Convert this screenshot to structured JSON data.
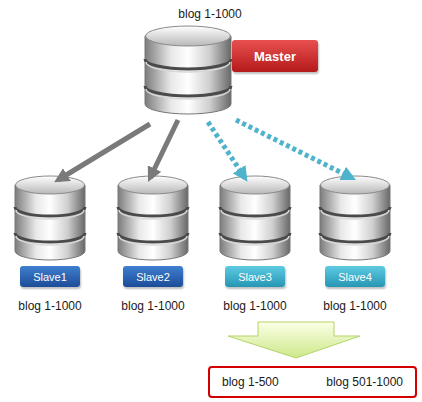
{
  "diagram": {
    "nodes": [
      {
        "text": [
          "blog 1-1000",
          "Master"
        ]
      },
      {
        "text": [
          "Slave1",
          "blog 1-1000"
        ]
      },
      {
        "text": [
          "Slave2",
          "blog 1-1000"
        ]
      },
      {
        "text": [
          "Slave3",
          "blog 1-1000"
        ]
      },
      {
        "text": [
          "Slave4",
          "blog 1-1000"
        ]
      },
      {
        "text": [
          "blog 1-500",
          "blog 501-1000"
        ]
      }
    ],
    "edges": [
      {
        "from": 0,
        "to": 1,
        "arrow": "to"
      },
      {
        "from": 0,
        "to": 2,
        "arrow": "to"
      },
      {
        "from": 0,
        "to": 3,
        "arrow": "to"
      },
      {
        "from": 0,
        "to": 4,
        "arrow": "to"
      }
    ]
  }
}
